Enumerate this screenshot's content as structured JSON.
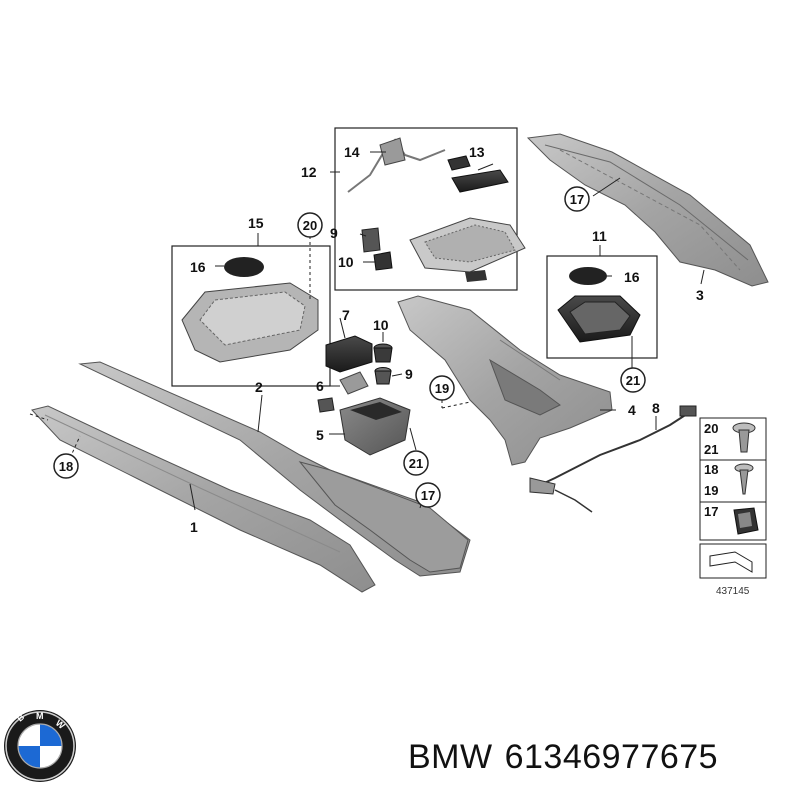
{
  "diagram": {
    "labels": {
      "l1": "1",
      "l2": "2",
      "l3": "3",
      "l4": "4",
      "l5": "5",
      "l6": "6",
      "l7": "7",
      "l8": "8",
      "l9a": "9",
      "l9b": "9",
      "l10a": "10",
      "l10b": "10",
      "l11": "11",
      "l12": "12",
      "l13": "13",
      "l14": "14",
      "l15": "15",
      "l16a": "16",
      "l16b": "16"
    },
    "circled": {
      "c17a": "17",
      "c17b": "17",
      "c18": "18",
      "c19": "19",
      "c20": "20",
      "c21a": "21",
      "c21b": "21"
    },
    "legend": {
      "row1_top": "20",
      "row1_bottom": "21",
      "row2_top": "18",
      "row2_bottom": "19",
      "row3": "17"
    },
    "diagram_id": "437145"
  },
  "footer": {
    "brand": "BMW",
    "part_number": "61346977675"
  },
  "colors": {
    "part_fill": "#a9a9a9",
    "part_dark": "#6d6d6d",
    "line": "#222222",
    "logo_blue": "#1c69d4"
  }
}
